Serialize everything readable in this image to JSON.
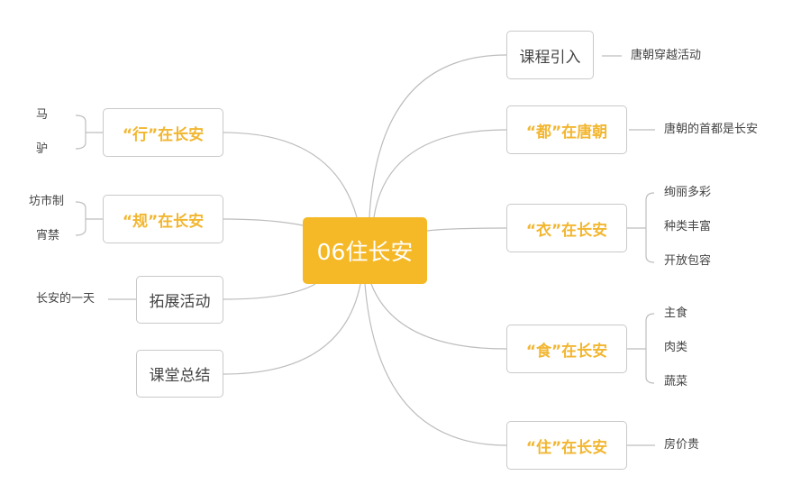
{
  "center": {
    "label": "06住长安",
    "color": "#f5b927"
  },
  "right": [
    {
      "label": "课程引入",
      "highlight": false,
      "children": [
        "唐朝穿越活动"
      ]
    },
    {
      "label": "“都”在唐朝",
      "highlight": true,
      "children": [
        "唐朝的首都是长安"
      ]
    },
    {
      "label": "“衣”在长安",
      "highlight": true,
      "children": [
        "绚丽多彩",
        "种类丰富",
        "开放包容"
      ]
    },
    {
      "label": "“食”在长安",
      "highlight": true,
      "children": [
        "主食",
        "肉类",
        "蔬菜"
      ]
    },
    {
      "label": "“住”在长安",
      "highlight": true,
      "children": [
        "房价贵"
      ]
    }
  ],
  "left": [
    {
      "label": "“行”在长安",
      "highlight": true,
      "children": [
        "马",
        "驴"
      ]
    },
    {
      "label": "“规”在长安",
      "highlight": true,
      "children": [
        "坊市制",
        "宵禁"
      ]
    },
    {
      "label": "拓展活动",
      "highlight": false,
      "children": [
        "长安的一天"
      ]
    },
    {
      "label": "课堂总结",
      "highlight": false,
      "children": []
    }
  ]
}
